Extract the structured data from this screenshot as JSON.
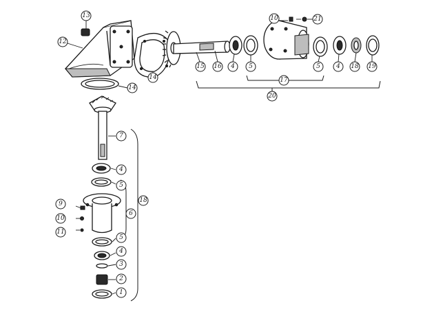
{
  "callouts": {
    "c1": "1",
    "c2": "2",
    "c3": "3",
    "c4a": "4",
    "c4b": "4",
    "c4c": "4",
    "c4d": "4",
    "c5a": "5",
    "c5b": "5",
    "c5c": "5",
    "c5d": "5",
    "c6": "6",
    "c7": "7",
    "c9": "9",
    "c10a": "10",
    "c10b": "10",
    "c11": "11",
    "c12": "12",
    "c13": "13",
    "c14a": "14",
    "c14b": "14",
    "c15": "15",
    "c16": "16",
    "c17": "17",
    "c18a": "18",
    "c18b": "18",
    "c19": "19",
    "c20": "20",
    "c21": "21"
  }
}
